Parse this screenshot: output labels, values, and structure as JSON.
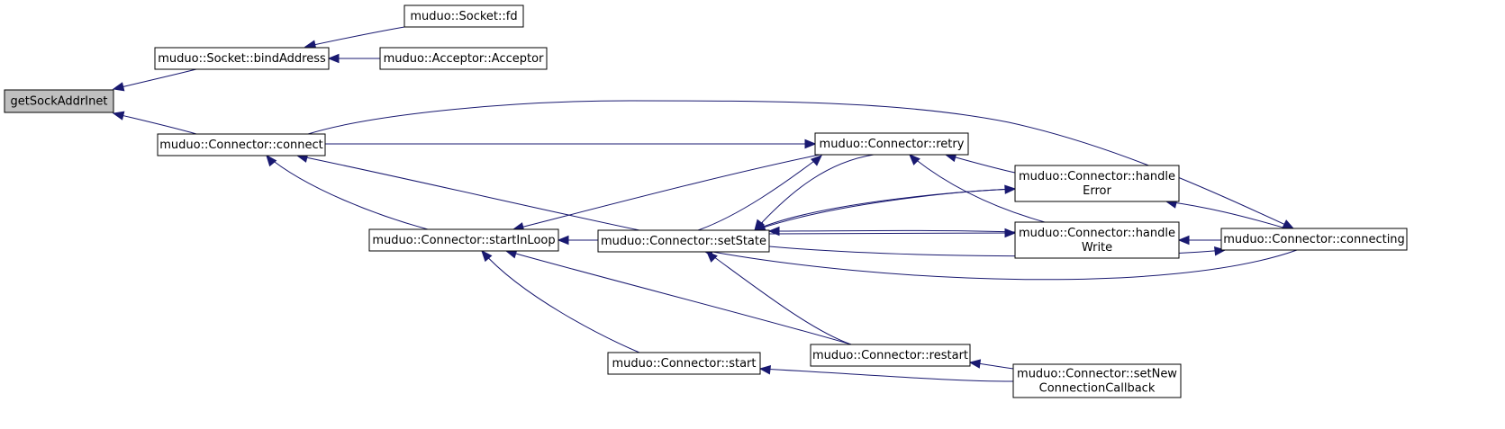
{
  "graph": {
    "colors": {
      "edge": "#191970",
      "node_fill": "#ffffff",
      "root_fill": "#bfbfbf",
      "border": "#000000"
    },
    "nodes": [
      {
        "id": "root",
        "lines": [
          "getSockAddrInet"
        ],
        "root": true
      },
      {
        "id": "bindAddress",
        "lines": [
          "muduo::Socket::bindAddress"
        ]
      },
      {
        "id": "fd",
        "lines": [
          "muduo::Socket::fd"
        ]
      },
      {
        "id": "acceptor",
        "lines": [
          "muduo::Acceptor::Acceptor"
        ]
      },
      {
        "id": "connect",
        "lines": [
          "muduo::Connector::connect"
        ]
      },
      {
        "id": "retry",
        "lines": [
          "muduo::Connector::retry"
        ]
      },
      {
        "id": "handleError",
        "lines": [
          "muduo::Connector::handle",
          "Error"
        ]
      },
      {
        "id": "startInLoop",
        "lines": [
          "muduo::Connector::startInLoop"
        ]
      },
      {
        "id": "setState",
        "lines": [
          "muduo::Connector::setState"
        ]
      },
      {
        "id": "handleWrite",
        "lines": [
          "muduo::Connector::handle",
          "Write"
        ]
      },
      {
        "id": "connecting",
        "lines": [
          "muduo::Connector::connecting"
        ]
      },
      {
        "id": "start",
        "lines": [
          "muduo::Connector::start"
        ]
      },
      {
        "id": "restart",
        "lines": [
          "muduo::Connector::restart"
        ]
      },
      {
        "id": "setNewConn",
        "lines": [
          "muduo::Connector::setNew",
          "ConnectionCallback"
        ]
      }
    ],
    "edges": [
      {
        "from": "bindAddress",
        "to": "root"
      },
      {
        "from": "connect",
        "to": "root"
      },
      {
        "from": "fd",
        "to": "bindAddress"
      },
      {
        "from": "acceptor",
        "to": "bindAddress"
      },
      {
        "from": "connecting",
        "to": "connect"
      },
      {
        "from": "retry",
        "to": "connect"
      },
      {
        "from": "startInLoop",
        "to": "connect"
      },
      {
        "from": "setState",
        "to": "connect"
      },
      {
        "from": "retry",
        "to": "startInLoop"
      },
      {
        "from": "setState",
        "to": "startInLoop"
      },
      {
        "from": "start",
        "to": "startInLoop"
      },
      {
        "from": "restart",
        "to": "startInLoop"
      },
      {
        "from": "connect",
        "to": "retry"
      },
      {
        "from": "setState",
        "to": "retry"
      },
      {
        "from": "handleError",
        "to": "retry"
      },
      {
        "from": "handleWrite",
        "to": "retry"
      },
      {
        "from": "retry",
        "to": "setState"
      },
      {
        "from": "handleError",
        "to": "setState"
      },
      {
        "from": "handleWrite",
        "to": "setState"
      },
      {
        "from": "connecting",
        "to": "setState"
      },
      {
        "from": "restart",
        "to": "setState"
      },
      {
        "from": "setState",
        "to": "handleError"
      },
      {
        "from": "setState",
        "to": "handleWrite"
      },
      {
        "from": "connecting",
        "to": "handleError"
      },
      {
        "from": "connecting",
        "to": "handleWrite"
      },
      {
        "from": "setState",
        "to": "connecting"
      },
      {
        "from": "setNewConn",
        "to": "restart"
      },
      {
        "from": "setNewConn",
        "to": "start"
      }
    ]
  }
}
